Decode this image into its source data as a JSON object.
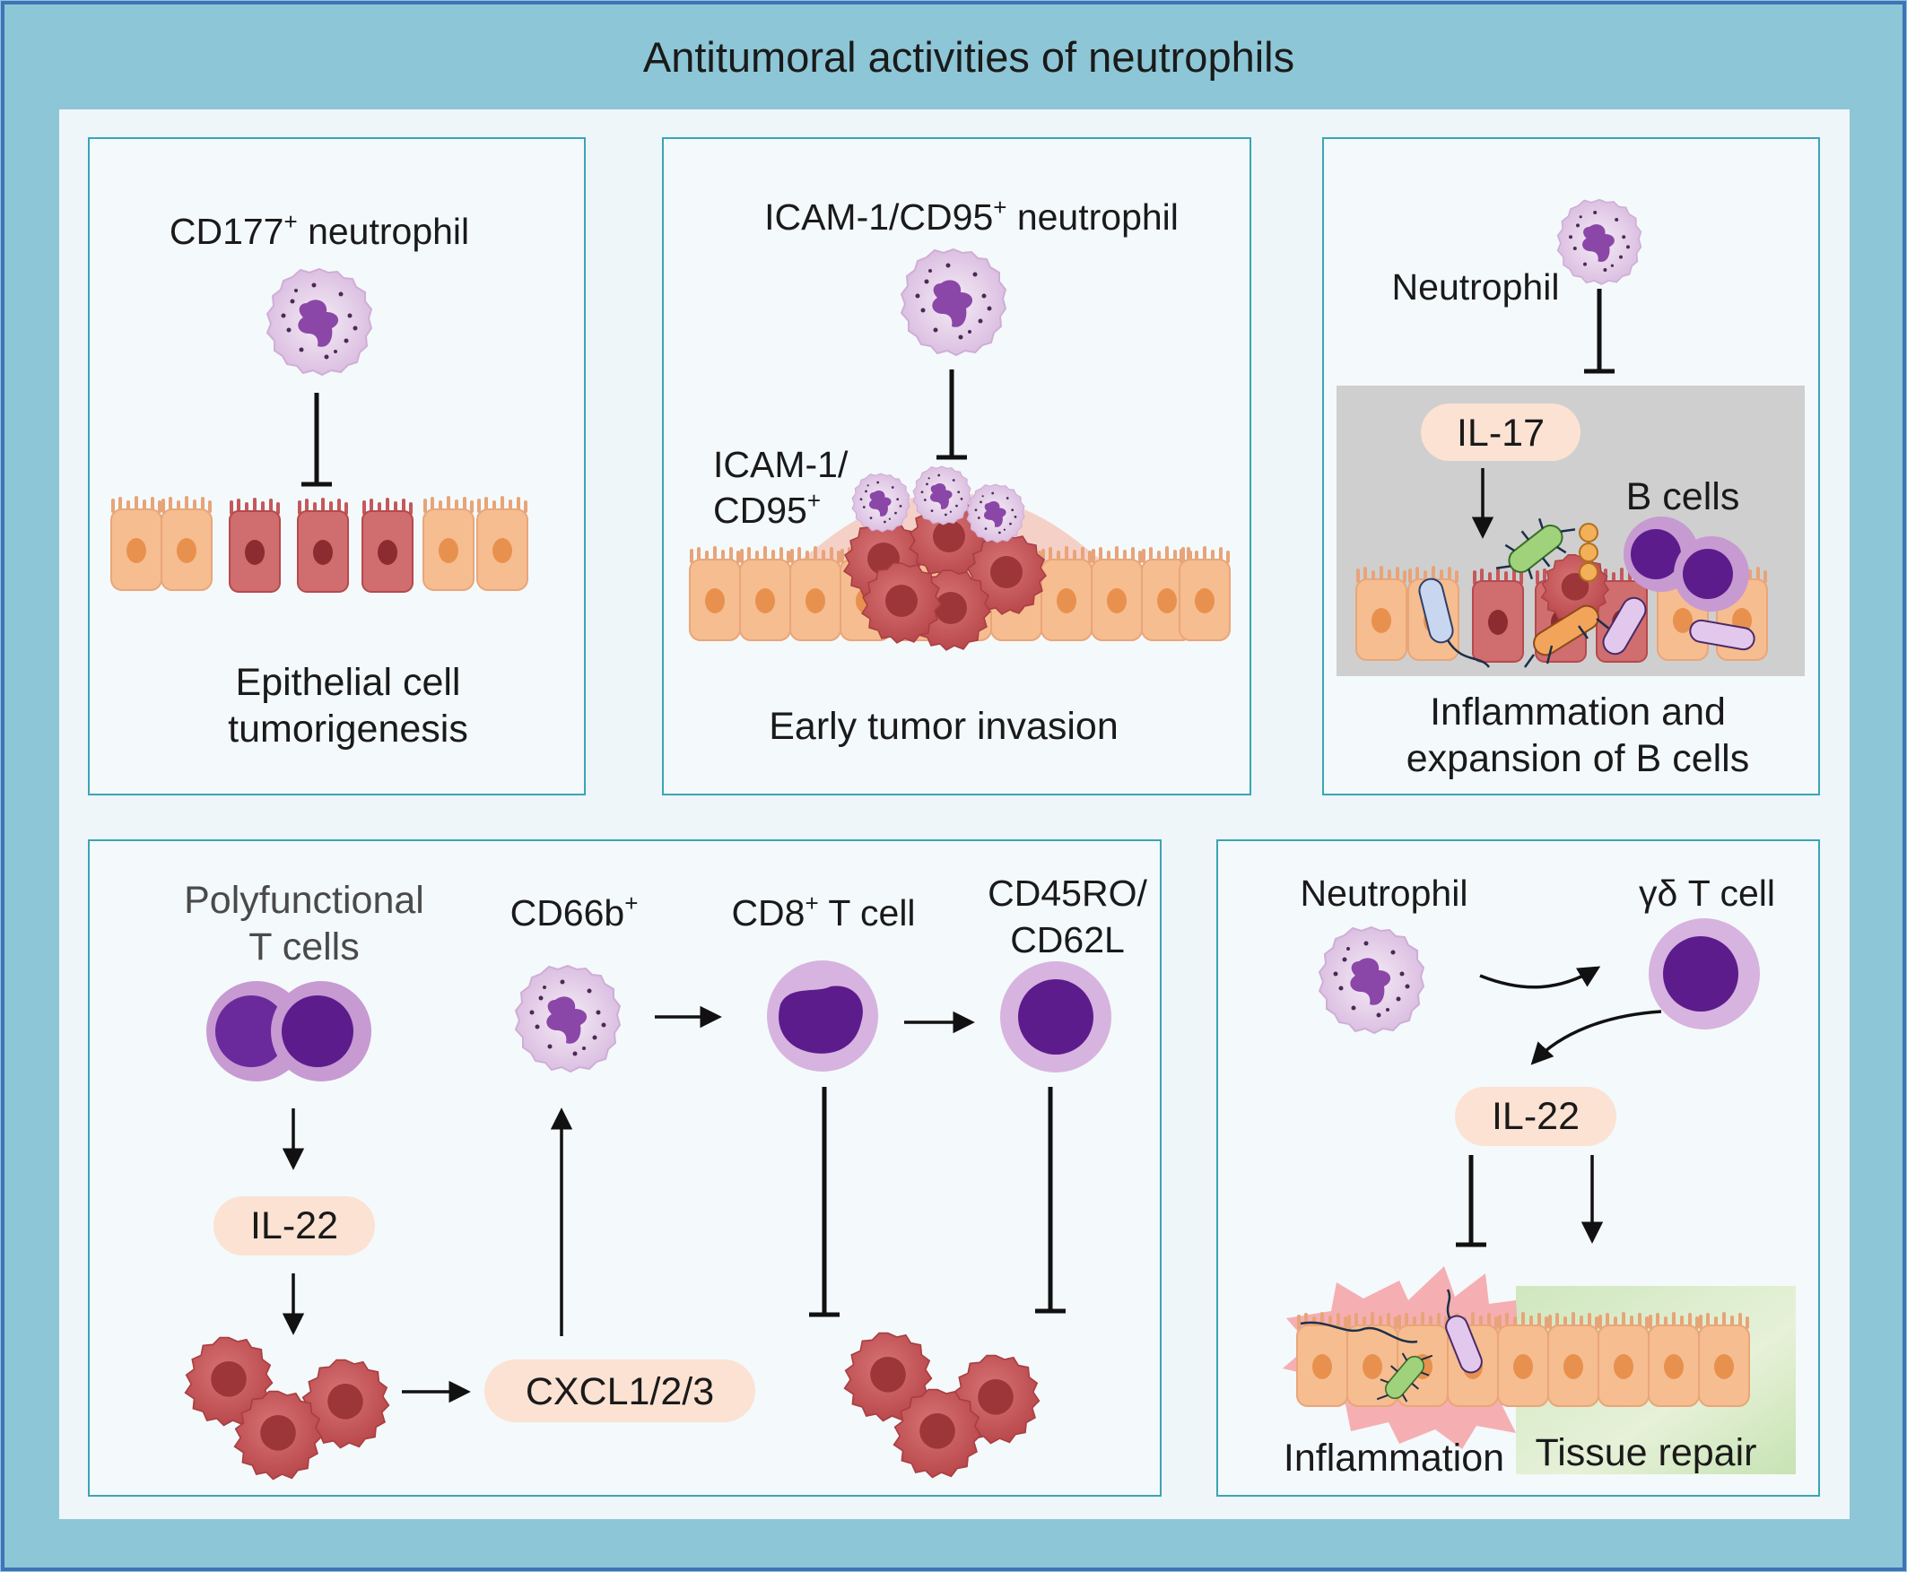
{
  "title": "Antitumoral  activities of neutrophils",
  "panel1": {
    "cell_label": "CD177",
    "cell_label_sup": "+",
    "cell_label_suffix": " neutrophil",
    "caption_line1": "Epithelial cell",
    "caption_line2": "tumorigenesis"
  },
  "panel2": {
    "cell_label": "ICAM-1/CD95",
    "cell_label_sup": "+",
    "cell_label_suffix": " neutrophil",
    "inset_label_line1": "ICAM-1/",
    "inset_label_line2": "CD95",
    "inset_label_sup": "+",
    "caption": "Early tumor invasion"
  },
  "panel3": {
    "cell_label": "Neutrophil",
    "cytokine": "IL-17",
    "bcell_label": "B cells",
    "caption_line1": "Inflammation and",
    "caption_line2": "expansion of B cells"
  },
  "panel4": {
    "tcell_label_line1": "Polyfunctional",
    "tcell_label_line2": "T cells",
    "cytokine": "IL-22",
    "chemokine": "CXCL1/2/3",
    "neutrophil_label": "CD66b",
    "neutrophil_label_sup": "+",
    "cd8_label": "CD8",
    "cd8_label_sup": "+",
    "cd8_label_suffix": " T cell",
    "memory_label_line1": "CD45RO/",
    "memory_label_line2": "CD62L"
  },
  "panel5": {
    "neutrophil_label": "Neutrophil",
    "gd_label": "γδ T cell",
    "cytokine": "IL-22",
    "inflammation_label": "Inflammation",
    "repair_label": "Tissue repair"
  },
  "colors": {
    "frame": "#8dc6d6",
    "inner_bg": "#eef6f9",
    "panel_border": "#3aa5b4",
    "neutrophil_fill": "#e7d3ea",
    "neutrophil_nucleus": "#8a47a8",
    "lymphocyte_fill": "#c79ad2",
    "lymphocyte_nucleus": "#5c1c8c",
    "epithelial": "#f4b98c",
    "tumor_cell": "#c8595b",
    "cytokine_box": "#fbe2d3",
    "gray_zone": "#cfcfcf",
    "repair_zone": "#d6ebc7"
  }
}
